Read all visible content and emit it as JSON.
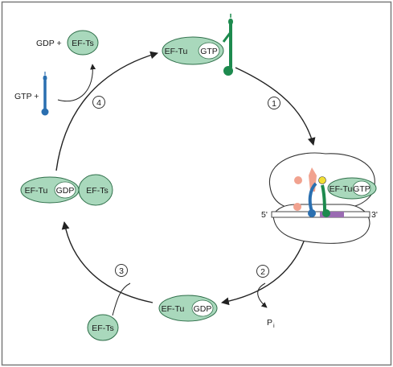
{
  "colors": {
    "ef_fill": "#a9d8bc",
    "ef_stroke": "#2f6f4a",
    "trna_blue": "#2a6fb0",
    "trna_green": "#1d8a4e",
    "trna_pink": "#f1a28f",
    "aa_yellow": "#f2de33",
    "arrow": "#222222",
    "frame": "#7a7a7a"
  },
  "labels": {
    "ef_tu": "EF-Tu",
    "ef_ts": "EF-Ts",
    "gtp": "GTP",
    "gdp": "GDP",
    "gdp_plus": "GDP +",
    "gtp_plus": "GTP +",
    "pi_main": "P",
    "pi_sub": "i",
    "five_prime": "5'",
    "three_prime": "3'"
  },
  "steps": [
    "1",
    "2",
    "3",
    "4"
  ]
}
